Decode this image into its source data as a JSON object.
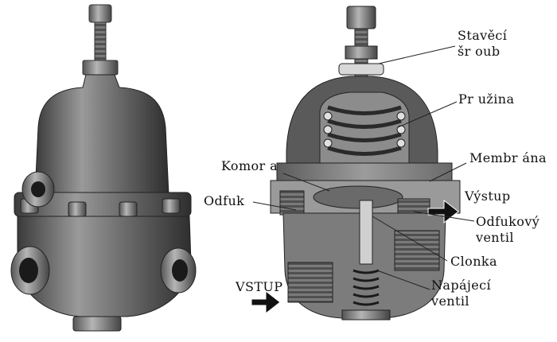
{
  "labels": {
    "adjusting_screw_1": "Stavěcí",
    "adjusting_screw_2": "šr oub",
    "spring": "Pr užina",
    "chamber": "Komor a",
    "diaphragm": "Membr ána",
    "vent": "Odfuk",
    "outlet": "Výstup",
    "relief_valve_1": "Odfukový",
    "relief_valve_2": "ventil",
    "orifice": "Clonka",
    "inlet": "VSTUP",
    "supply_valve_1": "Napájecí",
    "supply_valve_2": "ventil"
  },
  "colors": {
    "metal_dark": "#4a4a4a",
    "metal_mid": "#8a8a8a",
    "metal_light": "#cfcfcf",
    "section_face": "#a8a8a8",
    "background": "#ffffff"
  }
}
